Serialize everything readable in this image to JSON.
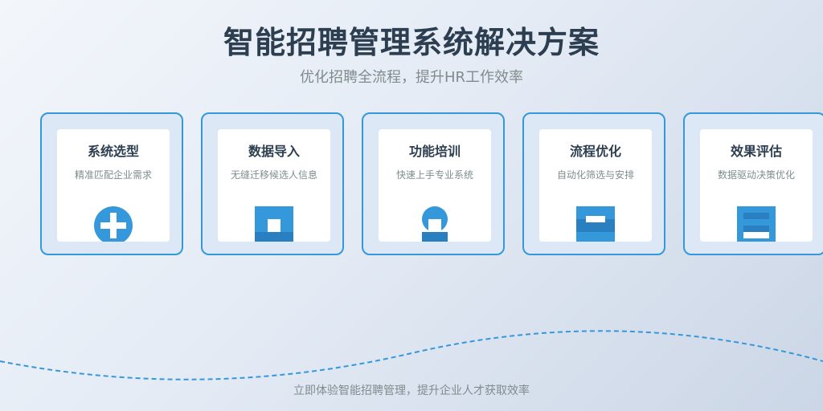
{
  "header": {
    "title": "智能招聘管理系统解决方案",
    "subtitle": "优化招聘全流程，提升HR工作效率"
  },
  "cards": [
    {
      "title": "系统选型",
      "desc": "精准匹配企业需求",
      "icon": "plus-circle-icon"
    },
    {
      "title": "数据导入",
      "desc": "无缝迁移候选人信息",
      "icon": "import-box-icon"
    },
    {
      "title": "功能培训",
      "desc": "快速上手专业系统",
      "icon": "person-icon"
    },
    {
      "title": "流程优化",
      "desc": "自动化筛选与安排",
      "icon": "workflow-icon"
    },
    {
      "title": "效果评估",
      "desc": "数据驱动决策优化",
      "icon": "report-icon"
    }
  ],
  "footer": {
    "text": "立即体验智能招聘管理，提升企业人才获取效率"
  },
  "colors": {
    "accent": "#3498db",
    "accent_dark": "#2a7fc1",
    "title": "#2c3e50",
    "muted": "#7f8c8d"
  }
}
